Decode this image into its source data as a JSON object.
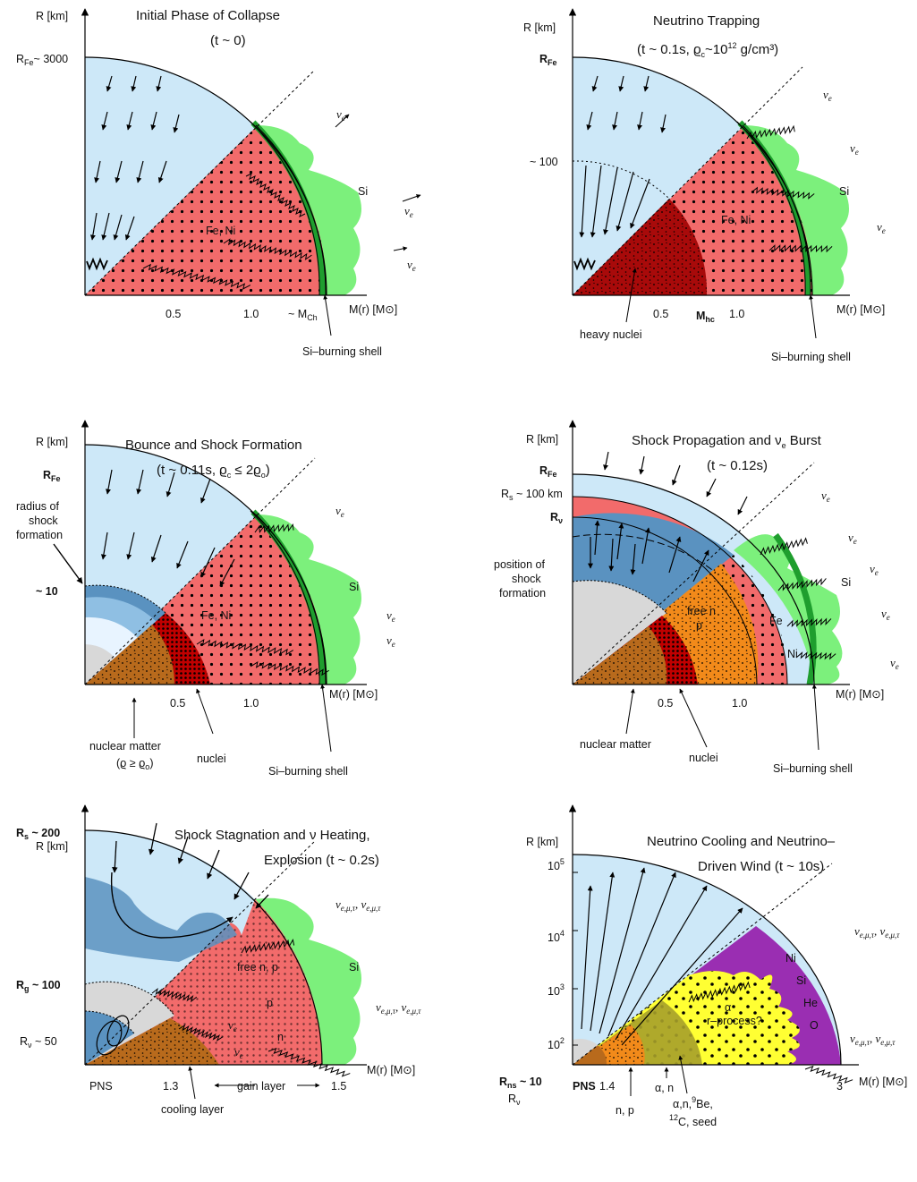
{
  "colors": {
    "light_blue": "#cde8f8",
    "dark_blue": "#5a92c0",
    "mid_blue": "#8fbfe3",
    "red_zone": "#f26b6b",
    "dark_red": "#a80a0a",
    "green": "#7cf07c",
    "green_line": "#1f9e2e",
    "orange": "#f28a1a",
    "brown": "#b86a1c",
    "yellow": "#ffff33",
    "olive": "#a6a02a",
    "purple": "#9a2eb2",
    "grey": "#d8d8d8"
  },
  "panels": {
    "p1": {
      "title1": "Initial Phase of Collapse",
      "title2": "(t ~ 0)",
      "yaxis": "R [km]",
      "xaxis": "M(r) [M⊙]",
      "r_fe": "R",
      "r_fe_sub": "Fe",
      "r_fe_val": "~ 3000",
      "tick_05": "0.5",
      "tick_10": "1.0",
      "tick_mch": "~ M",
      "tick_mch_sub": "Ch",
      "fe_ni": "Fe, Ni",
      "si": "Si",
      "nu_e": "ν",
      "nu_sub": "e",
      "si_shell": "Si–burning shell"
    },
    "p2": {
      "title1": "Neutrino Trapping",
      "title2": "(t ~ 0.1s, ϱ",
      "title2b": "~10",
      "title2c": " g/cm³)",
      "title2_sub": "c",
      "title2_sup": "12",
      "yaxis": "R [km]",
      "xaxis": "M(r) [M⊙]",
      "r_fe": "R",
      "r_fe_sub": "Fe",
      "r_100": "~ 100",
      "tick_05": "0.5",
      "tick_mhc": "M",
      "tick_mhc_sub": "hc",
      "tick_10": "1.0",
      "fe_ni": "Fe, Ni",
      "si": "Si",
      "heavy_nuclei": "heavy nuclei",
      "si_shell": "Si–burning shell"
    },
    "p3": {
      "title1": "Bounce and Shock Formation",
      "title2": "(t ~ 0.11s, ϱ",
      "title2_sub": "c",
      "title2b": " ≤ 2ϱ",
      "title2_sub2": "o",
      "title2c": ")",
      "yaxis": "R [km]",
      "xaxis": "M(r) [M⊙]",
      "r_fe": "R",
      "r_fe_sub": "Fe",
      "radius_of": "radius of",
      "shock": "shock",
      "formation": "formation",
      "r_10": "~ 10",
      "tick_05": "0.5",
      "tick_10": "1.0",
      "fe_ni": "Fe, Ni",
      "si": "Si",
      "nuclear_matter": "nuclear matter",
      "nm_cond": "(ϱ ≥ ϱ",
      "nm_cond_sub": "o",
      "nm_cond_end": ")",
      "nuclei": "nuclei",
      "si_shell": "Si–burning shell"
    },
    "p4": {
      "title1": "Shock Propagation and ν",
      "title1_sub": "e",
      "title1_end": " Burst",
      "title2": "(t ~ 0.12s)",
      "yaxis": "R [km]",
      "xaxis": "M(r) [M⊙]",
      "r_fe": "R",
      "r_fe_sub": "Fe",
      "r_s": "R",
      "r_s_sub": "s",
      "r_s_val": " ~ 100 km",
      "r_nu": "R",
      "r_nu_sub": "ν",
      "position_of": "position of",
      "shock": "shock",
      "formation": "formation",
      "free": "free n",
      "free2": "p",
      "fe": "Fe",
      "ni": "Ni",
      "si": "Si",
      "tick_05": "0.5",
      "tick_10": "1.0",
      "nuclear_matter": "nuclear matter",
      "nuclei": "nuclei",
      "si_shell": "Si–burning shell"
    },
    "p5": {
      "title1": "Shock Stagnation and ν Heating,",
      "title2": "Explosion  (t ~ 0.2s)",
      "yaxis": "R [km]",
      "xaxis": "M(r) [M⊙]",
      "r_s": "R",
      "r_s_sub": "s",
      "r_s_val": " ~ 200",
      "r_g": "R",
      "r_g_sub": "g",
      "r_g_val": " ~ 100",
      "r_nu": "R",
      "r_nu_sub": "ν",
      "r_nu_val": " ~ 50",
      "free": "free n, p",
      "p": "p",
      "n": "n",
      "nu_e_bar": "ν",
      "nu_e": "ν",
      "nu_all": "ν",
      "nu_all_sub": "e,μ,τ",
      "nu_all_bar": "ν",
      "si": "Si",
      "pns": "PNS",
      "tick_13": "1.3",
      "tick_15": "1.5",
      "gain_layer": "gain layer",
      "cooling_layer": "cooling layer"
    },
    "p6": {
      "title1": "Neutrino Cooling and Neutrino–",
      "title2": "Driven Wind  (t ~ 10s)",
      "yaxis": "R [km]",
      "xaxis": "M(r) [M⊙]",
      "y10": "10",
      "y5": "5",
      "y4": "4",
      "y3": "3",
      "y2": "2",
      "r_ns": "R",
      "r_ns_sub": "ns",
      "r_ns_val": " ~ 10",
      "r_nu": "R",
      "r_nu_sub": "ν",
      "ni": "Ni",
      "si": "Si",
      "he": "He",
      "o": "O",
      "alpha": "α",
      "rproc": "r–process?",
      "nu_all": "ν",
      "nu_all_sub": "e,μ,τ",
      "pns": "PNS",
      "tick_14": "1.4",
      "tick_3": "3",
      "np": "n, p",
      "alpha_n": "α, n",
      "alpha_n2": "α,n,",
      "be": "Be,",
      "be_sup": "9",
      "c": "C, seed",
      "c_sup": "12"
    }
  }
}
